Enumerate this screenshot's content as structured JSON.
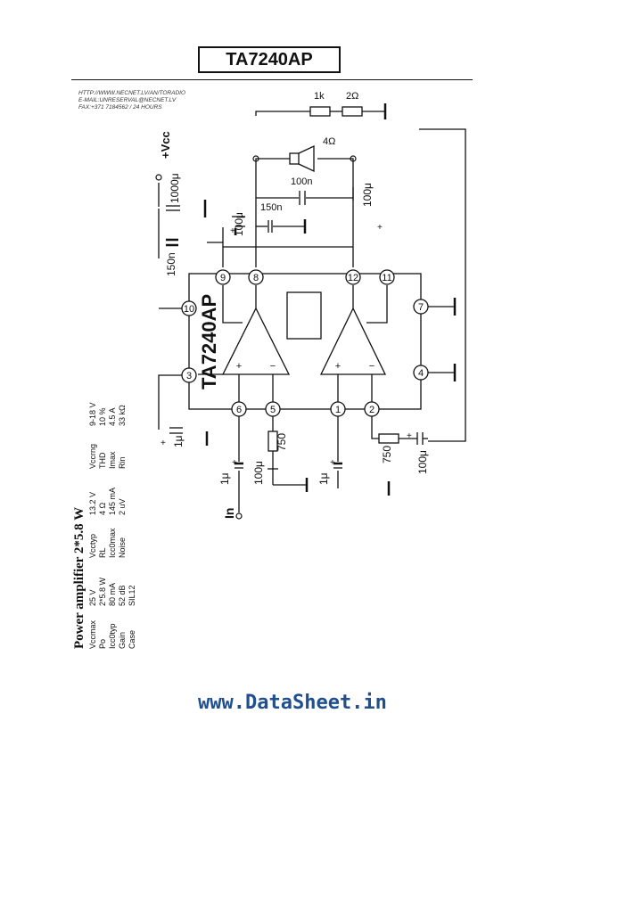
{
  "header": {
    "part_number": "TA7240AP",
    "contact_lines": [
      "HTTP://WWW.NECNET.LV/AN/TORADIO",
      "E-MAIL:UNRESERVAL@NECNET.LV",
      "FAX:+371 7184562 / 24 HOURS"
    ]
  },
  "watermark": "www.DataSheet.in",
  "chip": {
    "label": "TA7240AP",
    "pins": [
      "10",
      "3",
      "9",
      "8",
      "12",
      "11",
      "7",
      "4",
      "6",
      "5",
      "1",
      "2"
    ]
  },
  "components": {
    "vcc": "+Vcc",
    "c_supply": "1000μ",
    "c_decouple": "150n",
    "c_pin9": "100μ",
    "c_film_a": "150n",
    "c_film_b": "100n",
    "c_out": "100μ",
    "speaker": "4Ω",
    "r_top_1": "1k",
    "r_top_2": "2Ω",
    "r_pin5": "750",
    "r_pin2": "750",
    "c_pin2": "100μ",
    "c_pin3": "1μ",
    "c_input": "1μ",
    "c_pin6": "100μ",
    "input_label": "In"
  },
  "specs": {
    "title": "Power amplifier  2*5.8 W",
    "rows": [
      [
        "Vccmax",
        "25 V",
        "Vcctyp",
        "13.2 V",
        "Vccrng",
        "9-18 V"
      ],
      [
        "Po",
        "2*5.8 W",
        "RL",
        "4 Ω",
        "THD",
        "10 %"
      ],
      [
        "Icc0typ",
        "80 mA",
        "Icc0max",
        "145 mA",
        "Imax",
        "4.5 A"
      ],
      [
        "Gain",
        "52 dB",
        "Noise",
        "2 uV",
        "Rin",
        "33 kΩ"
      ],
      [
        "Case",
        "SIL12",
        "",
        "",
        "",
        ""
      ]
    ]
  }
}
